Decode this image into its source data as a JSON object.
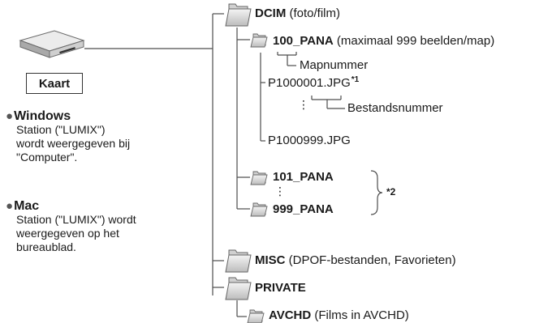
{
  "card": {
    "label": "Kaart"
  },
  "windows": {
    "bullet": "●",
    "title": "Windows",
    "lines": [
      "Station (\"LUMIX\")",
      "wordt weergegeven bij",
      "\"Computer\"."
    ]
  },
  "mac": {
    "bullet": "●",
    "title": "Mac",
    "lines": [
      "Station (\"LUMIX\") wordt",
      "weergegeven op het",
      "bureaublad."
    ]
  },
  "tree": {
    "dcim": {
      "name": "DCIM",
      "desc": " (foto/film)"
    },
    "pana100": {
      "name": "100_PANA",
      "desc": " (maximaal 999 beelden/map)"
    },
    "mapnummer": "Mapnummer",
    "file_first": "P1000001.JPG",
    "note1": "*1",
    "bestandsnummer": "Bestandsnummer",
    "dots": "⋮",
    "file_last": "P1000999.JPG",
    "pana101": "101_PANA",
    "pana999": "999_PANA",
    "note2": "*2",
    "misc": {
      "name": "MISC",
      "desc": " (DPOF-bestanden, Favorieten)"
    },
    "private": "PRIVATE",
    "avchd": {
      "name": "AVCHD",
      "desc": " (Films in AVCHD)"
    }
  }
}
